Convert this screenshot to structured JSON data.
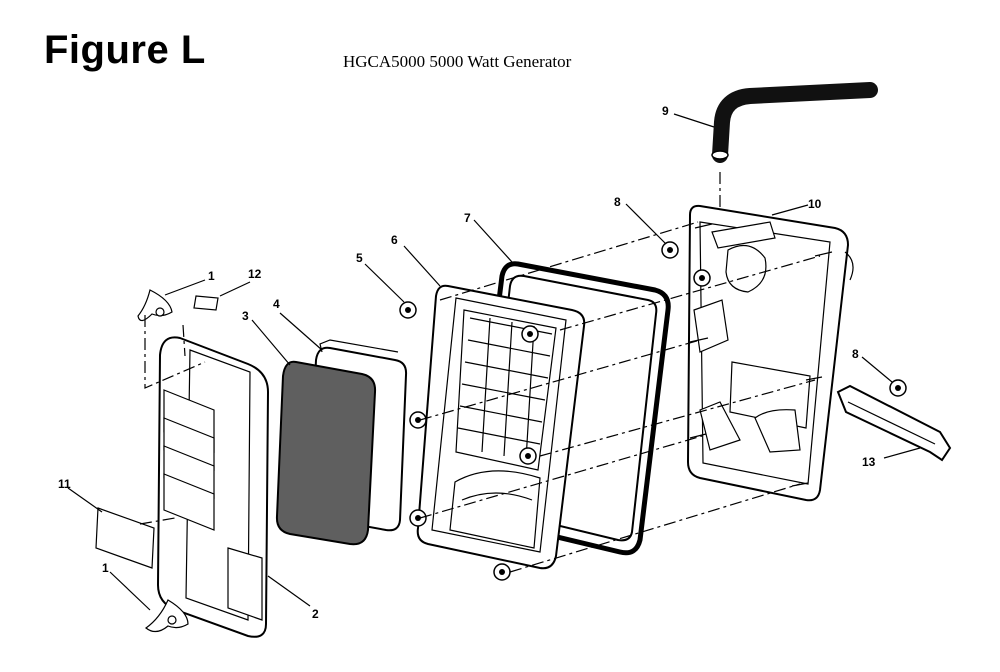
{
  "header": {
    "figure_title": "Figure L",
    "model_title": "HGCA5000 5000 Watt Generator"
  },
  "callouts": [
    {
      "id": "c1a",
      "label": "1"
    },
    {
      "id": "c12",
      "label": "12"
    },
    {
      "id": "c4",
      "label": "4"
    },
    {
      "id": "c3",
      "label": "3"
    },
    {
      "id": "c5",
      "label": "5"
    },
    {
      "id": "c6",
      "label": "6"
    },
    {
      "id": "c7",
      "label": "7"
    },
    {
      "id": "c9",
      "label": "9"
    },
    {
      "id": "c8a",
      "label": "8"
    },
    {
      "id": "c10",
      "label": "10"
    },
    {
      "id": "c8b",
      "label": "8"
    },
    {
      "id": "c13",
      "label": "13"
    },
    {
      "id": "c11",
      "label": "11"
    },
    {
      "id": "c1b",
      "label": "1"
    },
    {
      "id": "c2",
      "label": "2"
    }
  ]
}
